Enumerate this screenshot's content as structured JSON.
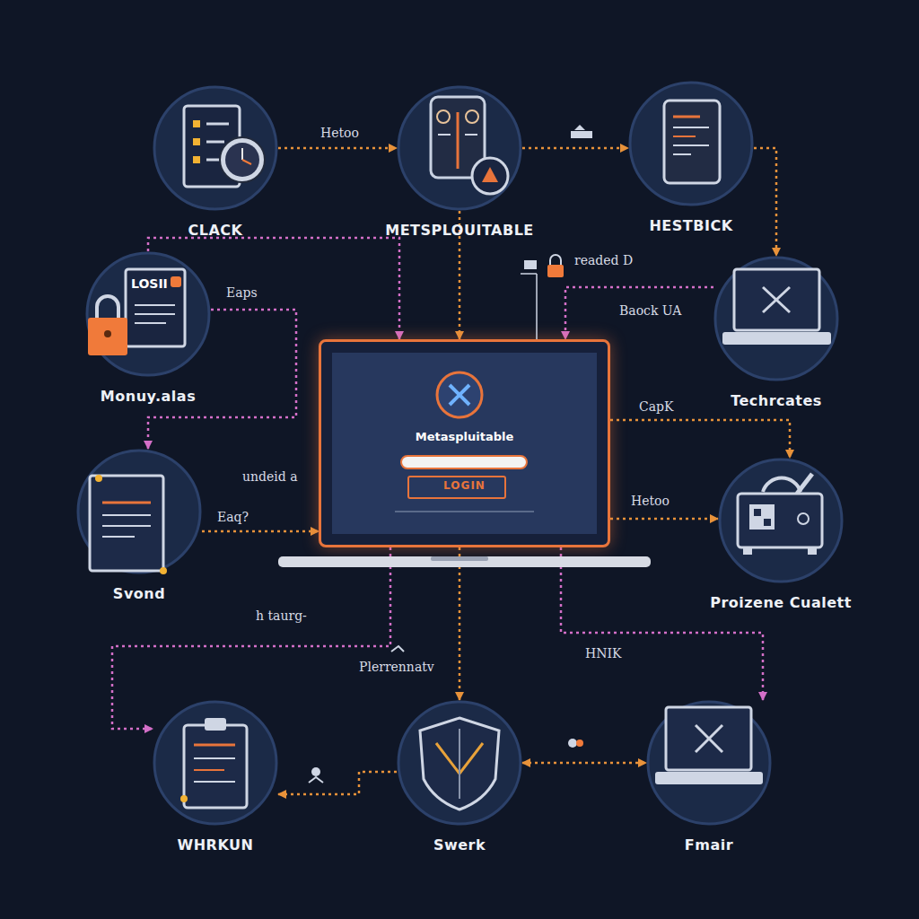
{
  "diagram": {
    "nodes": [
      {
        "text": [
          "CLACK"
        ]
      },
      {
        "text": [
          "METSPLOUITABLE"
        ]
      },
      {
        "text": [
          "HESTBICK"
        ]
      },
      {
        "text": [
          "Monuy.alas"
        ]
      },
      {
        "text": [
          "Techrcates"
        ]
      },
      {
        "text": [
          "Metaspluitable",
          "LOGIN"
        ]
      },
      {
        "text": [
          "Svond"
        ]
      },
      {
        "text": [
          "Proizene Cualett"
        ]
      },
      {
        "text": [
          "WHRKUN"
        ]
      },
      {
        "text": [
          "Swerk"
        ]
      },
      {
        "text": [
          "Fmair"
        ]
      }
    ],
    "edges": [
      {
        "from": 0,
        "to": 1,
        "arrow": "to",
        "label": "Hetoo"
      },
      {
        "from": 1,
        "to": 2,
        "arrow": "to"
      },
      {
        "from": 2,
        "to": 4,
        "arrow": "to"
      },
      {
        "from": 3,
        "to": 5,
        "arrow": "to"
      },
      {
        "from": 1,
        "to": 5,
        "arrow": "to"
      },
      {
        "from": 3,
        "to": 6,
        "arrow": "to",
        "label": "Eaps"
      },
      {
        "from": 4,
        "to": 5,
        "arrow": "to",
        "label": "Baock UA"
      },
      {
        "from": 5,
        "to": 7,
        "arrow": "to",
        "label": "CapK"
      },
      {
        "from": 6,
        "to": 5,
        "arrow": "to",
        "label": "Eaq?"
      },
      {
        "from": 5,
        "to": 7,
        "arrow": "to",
        "label": "Hetoo"
      },
      {
        "from": 5,
        "to": 8,
        "arrow": "to",
        "label": "h taurg-"
      },
      {
        "from": 5,
        "to": 9,
        "arrow": "to",
        "label": "Plerrennatv"
      },
      {
        "from": 9,
        "to": 8,
        "arrow": "to"
      },
      {
        "from": 9,
        "to": 10,
        "arrow": "both"
      },
      {
        "from": 5,
        "to": 10,
        "arrow": "to",
        "label": "HNIK"
      }
    ],
    "labels": [
      "LOSII",
      "readed D",
      "undeid a"
    ]
  }
}
